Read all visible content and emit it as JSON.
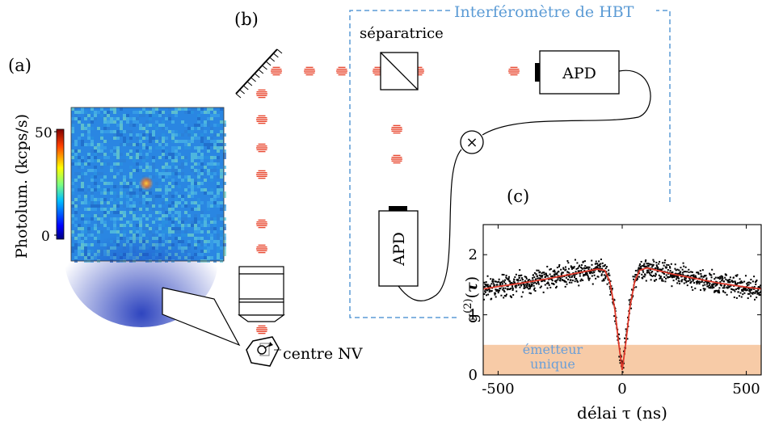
{
  "panels": {
    "a": "(a)",
    "b": "(b)",
    "c": "(c)"
  },
  "panel_a": {
    "colorbar_label": "Photolum. (kcps/s)",
    "colorbar_max": "50",
    "colorbar_min": "0"
  },
  "panel_b": {
    "hbt_label": "Interféromètre de HBT",
    "splitter_label": "séparatrice",
    "apd_top": "APD",
    "apd_bottom": "APD",
    "multiplier_symbol": "×",
    "nv_label": "centre NV"
  },
  "colors": {
    "beam": "#e8452c",
    "hbt_box": "#5b9bd5",
    "hbt_text": "#5b9bd5",
    "fit": "#e0392a",
    "single_emitter_band": "#f7cba7",
    "single_emitter_text": "#6a9fd8"
  },
  "chart_data": {
    "type": "scatter",
    "xlabel": "délai τ (ns)",
    "ylabel": "g(2)(τ)",
    "xlim": [
      -560,
      560
    ],
    "ylim": [
      0,
      2.5
    ],
    "xticks": [
      "-500",
      "0",
      "500"
    ],
    "yticks": [
      "0",
      "1",
      "2"
    ],
    "band": {
      "from": 0,
      "to": 0.5,
      "label_line1": "émetteur",
      "label_line2": "unique"
    },
    "fit": {
      "x": [
        -560,
        -500,
        -400,
        -300,
        -200,
        -150,
        -100,
        -70,
        -50,
        -30,
        -15,
        0,
        15,
        30,
        50,
        70,
        100,
        150,
        200,
        300,
        400,
        500,
        560
      ],
      "y": [
        1.43,
        1.47,
        1.53,
        1.6,
        1.68,
        1.72,
        1.76,
        1.74,
        1.55,
        1.1,
        0.55,
        0.08,
        0.55,
        1.1,
        1.55,
        1.74,
        1.78,
        1.73,
        1.68,
        1.6,
        1.52,
        1.46,
        1.43
      ]
    }
  }
}
